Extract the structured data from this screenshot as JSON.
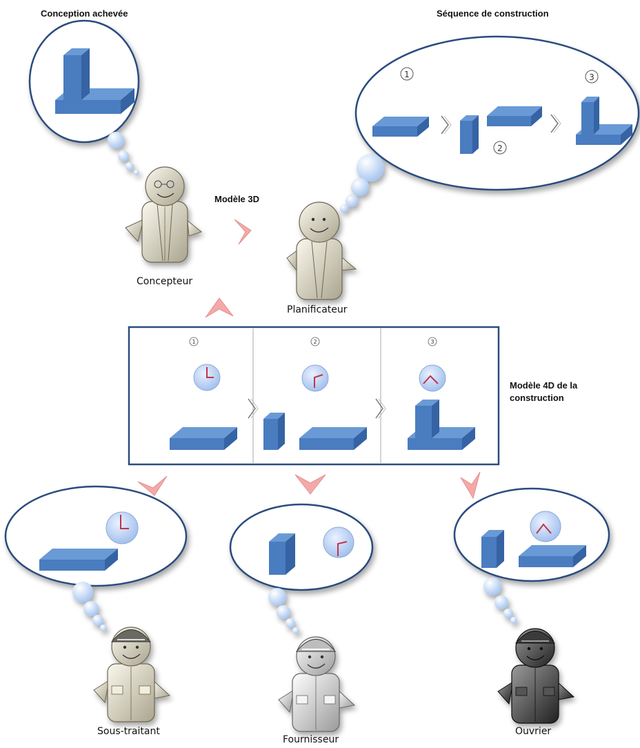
{
  "labels": {
    "conception_achevee": "Conception achevée",
    "sequence_construction": "Séquence de construction",
    "modele_3d": "Modèle 3D",
    "modele_4d": "Modèle 4D de la construction",
    "concepteur": "Concepteur",
    "planificateur": "Planificateur",
    "sous_traitant": "Sous-traitant",
    "fournisseur": "Fournisseur",
    "ouvrier": "Ouvrier"
  },
  "sequence_steps": [
    "1",
    "2",
    "3"
  ],
  "panel_steps": [
    "1",
    "2",
    "3"
  ],
  "colors": {
    "block": "#4a7cc0",
    "block_top": "#6a9ad6",
    "block_side": "#3563a3",
    "outline": "#2b4c7e",
    "arrow": "#f2a8a8",
    "clock_face": "#c5d8f5",
    "clock_hand": "#c0334d",
    "bubble": "#d6e6fb"
  },
  "icons": [
    "person-icon",
    "hard-hat-icon",
    "clock-icon",
    "thought-bubble-icon",
    "chevron-arrow-icon",
    "block-icon"
  ]
}
